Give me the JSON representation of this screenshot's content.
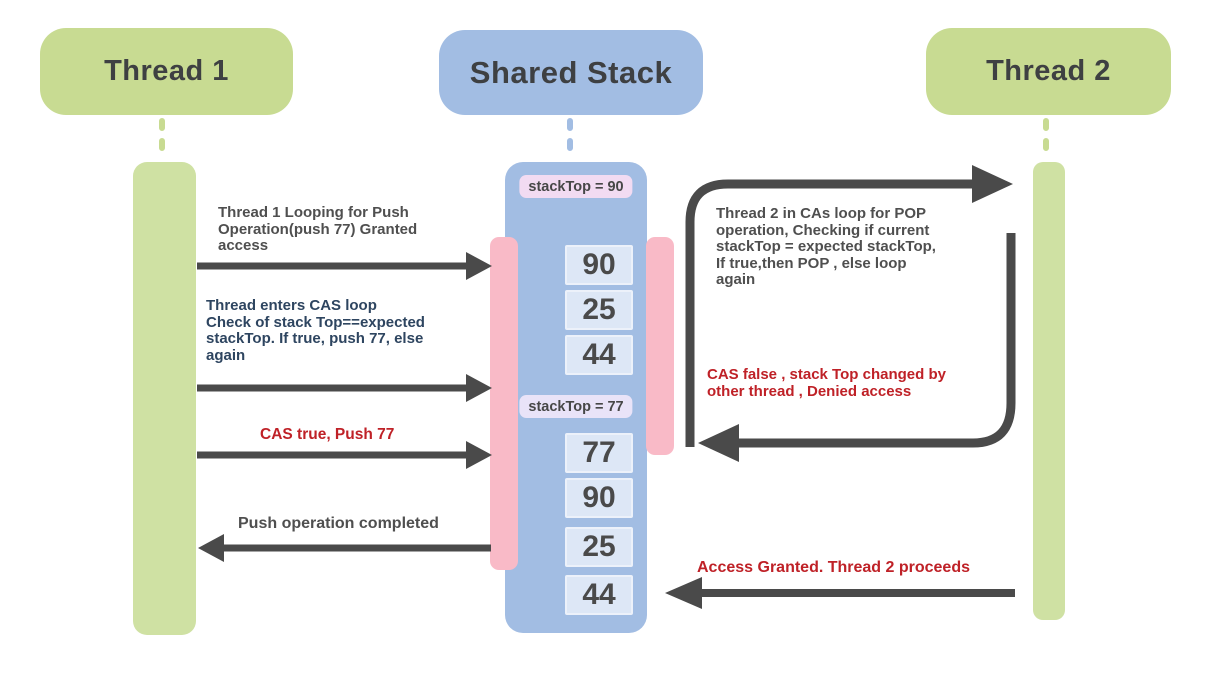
{
  "headers": {
    "thread1": "Thread 1",
    "shared_stack": "Shared Stack",
    "thread2": "Thread 2"
  },
  "stack": {
    "top_label_before": "stackTop = 90",
    "top_label_after": "stackTop = 77",
    "cells_before": [
      "90",
      "25",
      "44"
    ],
    "cells_after": [
      "77",
      "90",
      "25",
      "44"
    ]
  },
  "messages": {
    "t1_push_request": "Thread 1 Looping for Push\nOperation(push 77) Granted\naccess",
    "t1_cas_loop": "Thread enters CAS loop\nCheck of stack Top==expected\nstackTop. If true, push 77, else\nagain",
    "t1_cas_true": "CAS true, Push 77",
    "t1_push_completed": "Push operation completed",
    "t2_pop_loop": "Thread 2 in CAs loop for POP\noperation, Checking if current\nstackTop = expected stackTop,\nIf true,then POP , else loop\nagain",
    "t2_cas_false": "CAS false , stack Top changed by\nother thread , Denied access",
    "t2_access_granted": "Access Granted. Thread 2 proceeds"
  },
  "colors": {
    "thread_box_green": "#c8db92",
    "lifeline_green": "#cfe1a3",
    "stack_blue": "#a2bde3",
    "cell_fill": "#dde7f6",
    "activation_pink": "#f9bac7",
    "stacktop_label_pink": "#f2dbf2",
    "stacktop_label_lavender": "#e9e3f8",
    "arrow_gray": "#4a4a4a",
    "text_navy": "#2e4560",
    "text_red": "#bf2127"
  }
}
